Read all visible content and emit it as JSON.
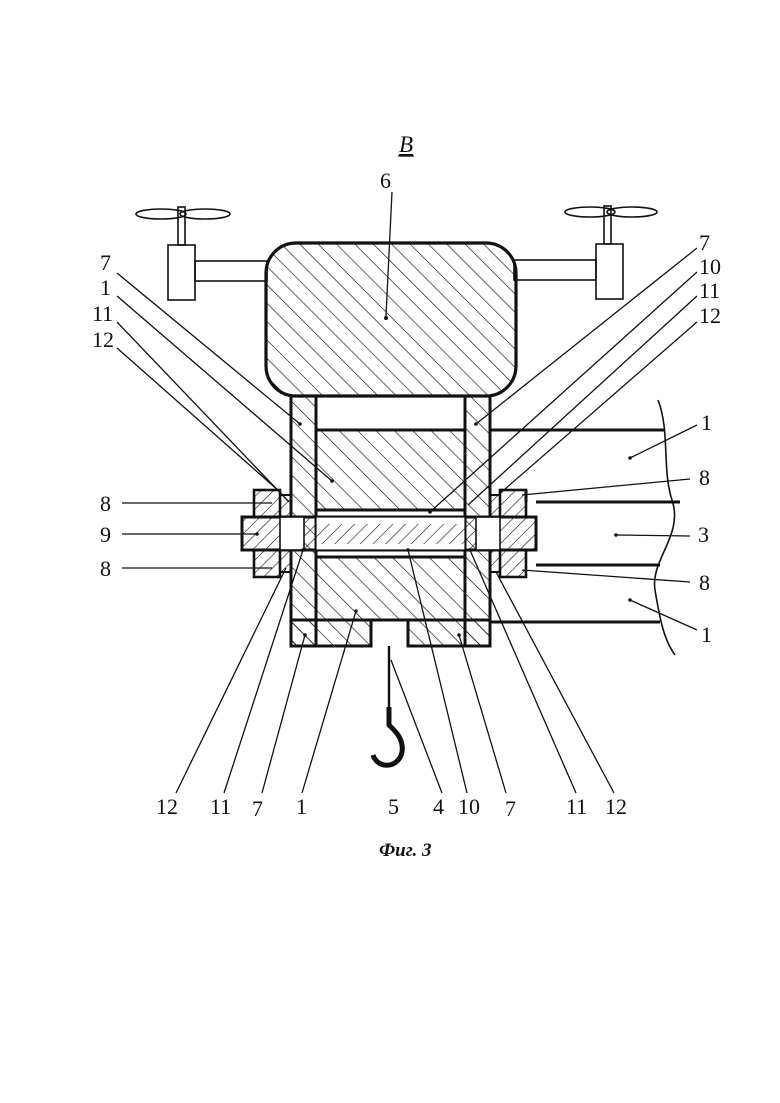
{
  "view_label": "B",
  "caption": "Фиг. 3",
  "labels": {
    "l6": "6",
    "l7_left": "7",
    "l1_left": "1",
    "l11_left": "11",
    "l12_left": "12",
    "l7_right": "7",
    "l10_right": "10",
    "l11_right": "11",
    "l12_right": "12",
    "l1_right_top": "1",
    "l3_right": "3",
    "l1_right_bottom": "1",
    "l8_left_top": "8",
    "l9_left": "9",
    "l8_left_bottom": "8",
    "l8_right_top": "8",
    "l8_right_bottom": "8",
    "b12_left": "12",
    "b11_left": "11",
    "b7_left": "7",
    "b1": "1",
    "b5": "5",
    "b4": "4",
    "b10": "10",
    "b7_right": "7",
    "b11_right": "11",
    "b12_right": "12"
  }
}
